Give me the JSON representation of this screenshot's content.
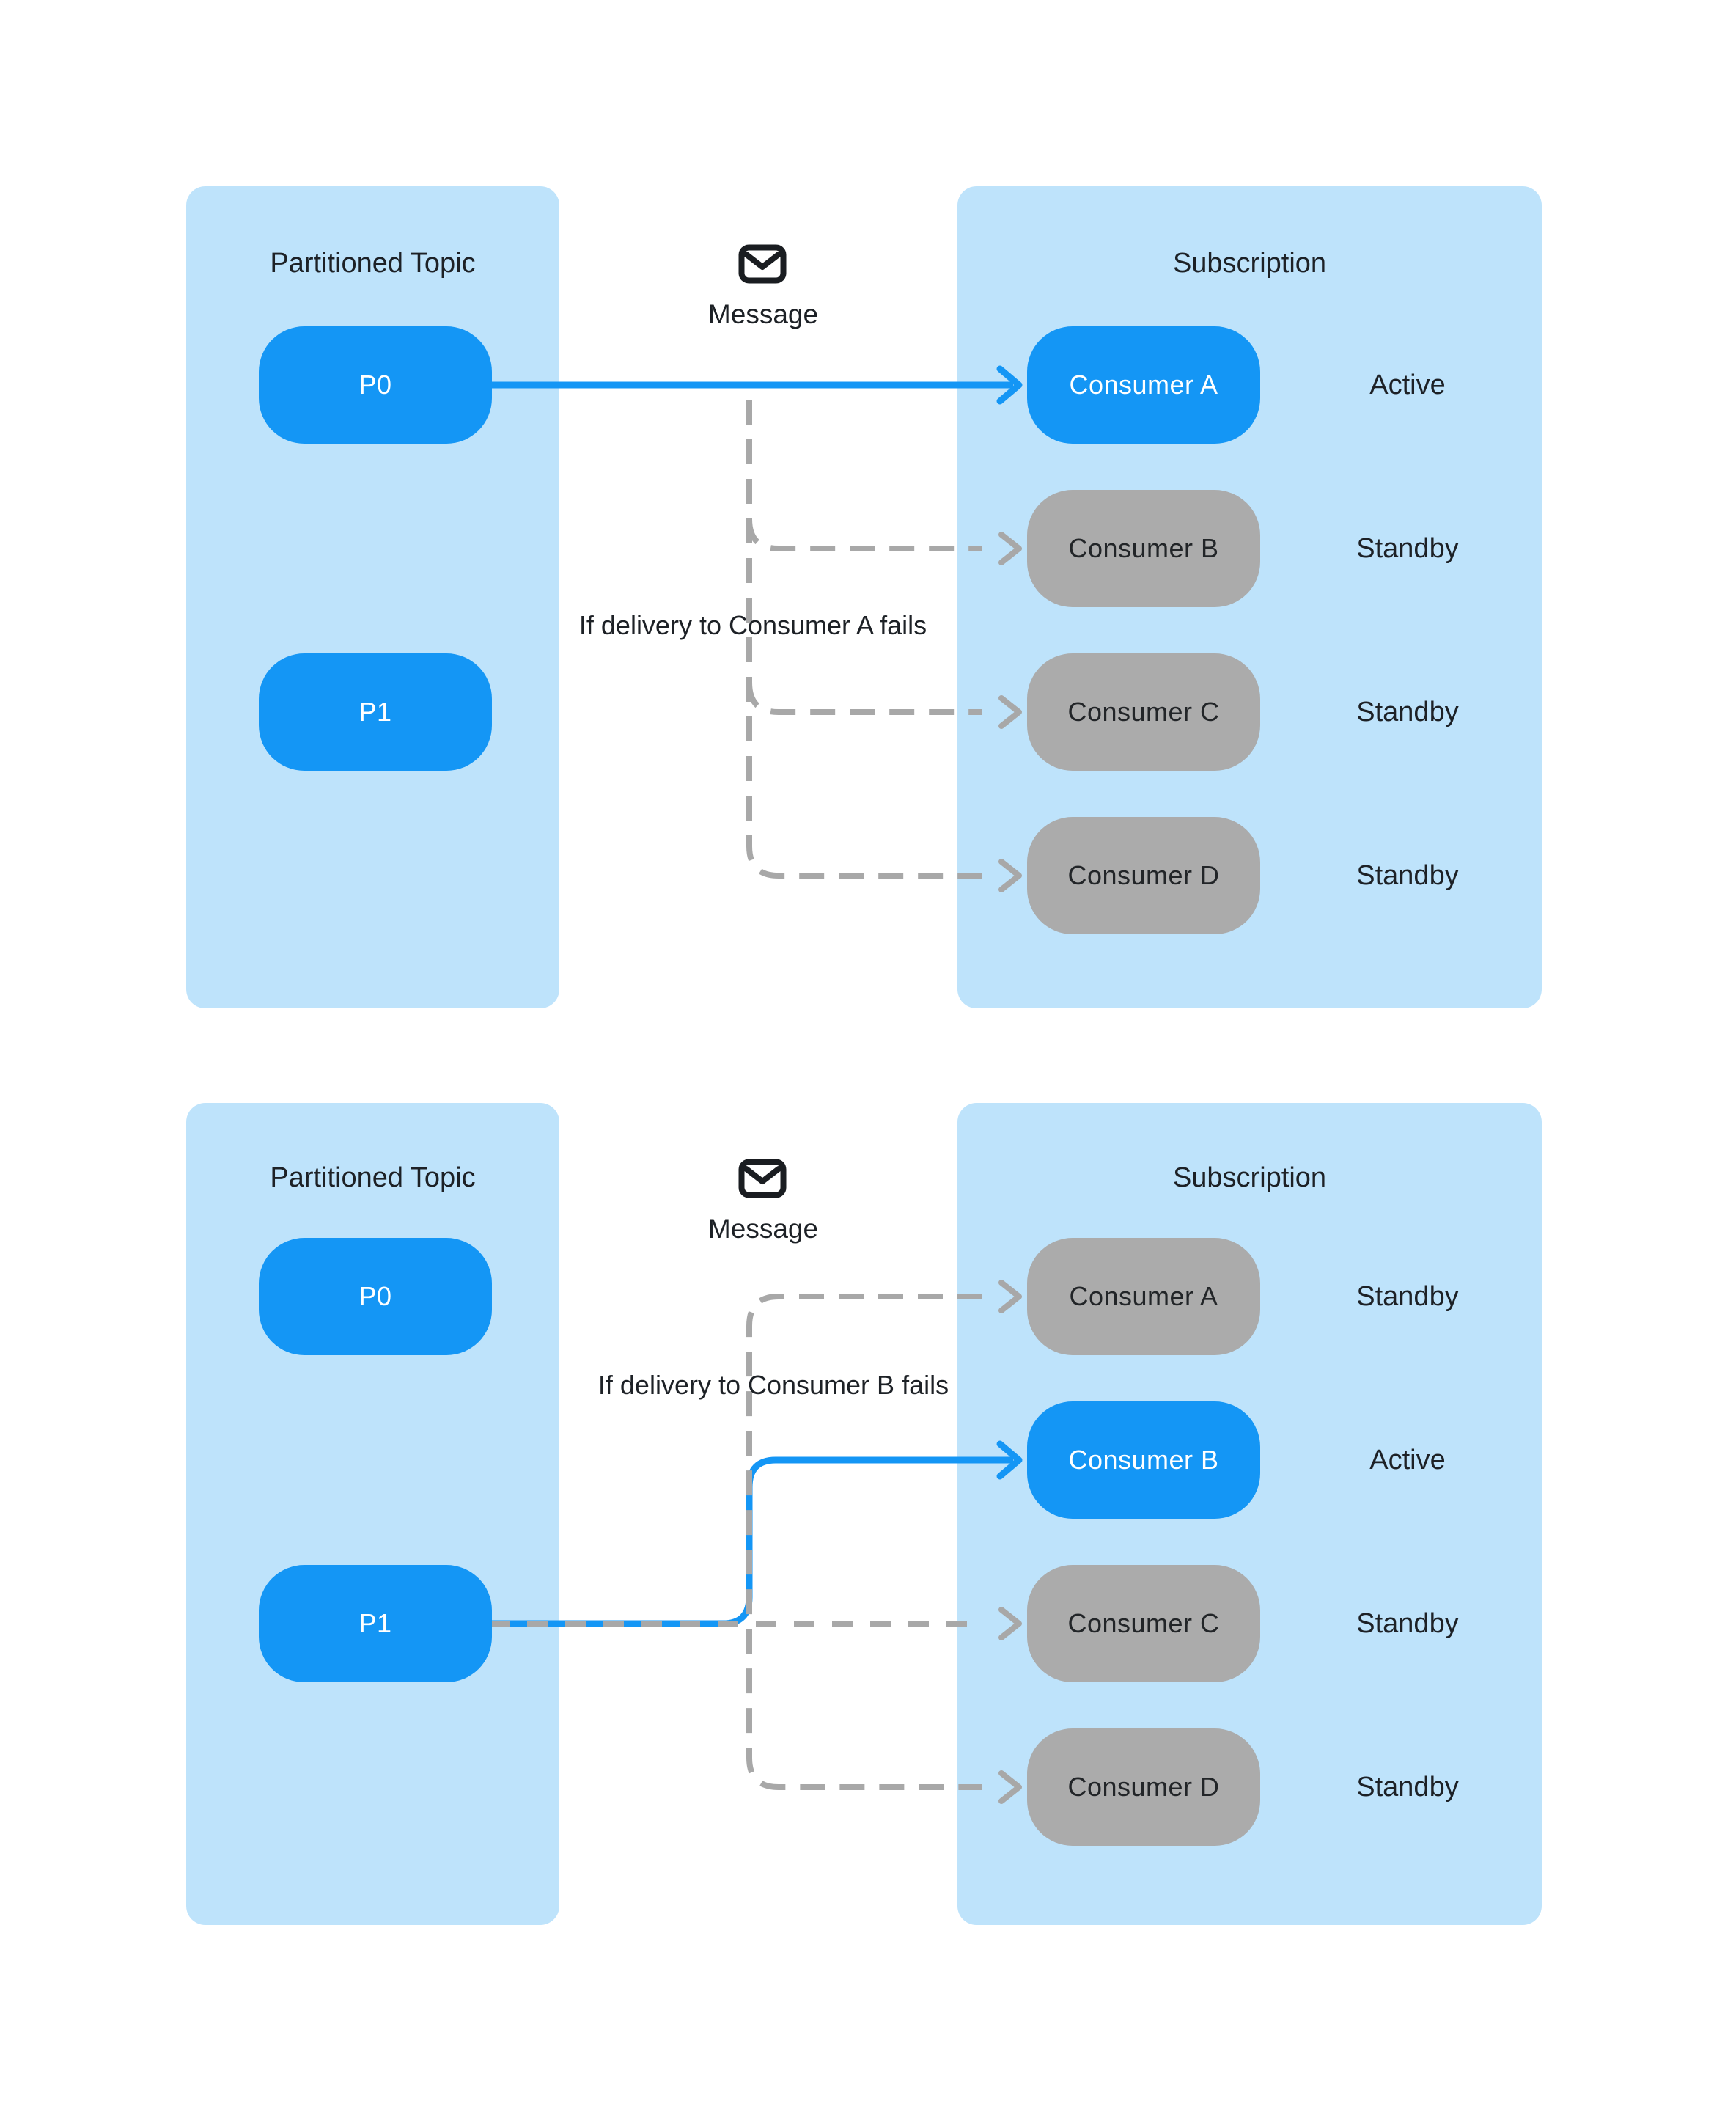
{
  "theme": {
    "colors": {
      "background": "#ffffff",
      "panel_blue": "#bee3fb",
      "accent_blue": "#1496f5",
      "pill_gray": "#ababab",
      "line_gray": "#a8a8a8",
      "text_dark": "#1d2126",
      "icon_dark": "#1a1d21",
      "pill_text_light": "#ffffff",
      "pill_text_dark": "#222528"
    }
  },
  "diagrams": [
    {
      "left_panel": {
        "title": "Partitioned Topic",
        "partitions": [
          "P0",
          "P1"
        ]
      },
      "message": {
        "label": "Message",
        "icon": "envelope-icon"
      },
      "note": "If delivery to Consumer A fails",
      "right_panel": {
        "title": "Subscription",
        "consumers": [
          {
            "label": "Consumer A",
            "status": "Active",
            "state": "active"
          },
          {
            "label": "Consumer B",
            "status": "Standby",
            "state": "standby"
          },
          {
            "label": "Consumer C",
            "status": "Standby",
            "state": "standby"
          },
          {
            "label": "Consumer D",
            "status": "Standby",
            "state": "standby"
          }
        ]
      }
    },
    {
      "left_panel": {
        "title": "Partitioned Topic",
        "partitions": [
          "P0",
          "P1"
        ]
      },
      "message": {
        "label": "Message",
        "icon": "envelope-icon"
      },
      "note": "If delivery to Consumer B fails",
      "right_panel": {
        "title": "Subscription",
        "consumers": [
          {
            "label": "Consumer A",
            "status": "Standby",
            "state": "standby"
          },
          {
            "label": "Consumer B",
            "status": "Active",
            "state": "active"
          },
          {
            "label": "Consumer C",
            "status": "Standby",
            "state": "standby"
          },
          {
            "label": "Consumer D",
            "status": "Standby",
            "state": "standby"
          }
        ]
      }
    }
  ]
}
